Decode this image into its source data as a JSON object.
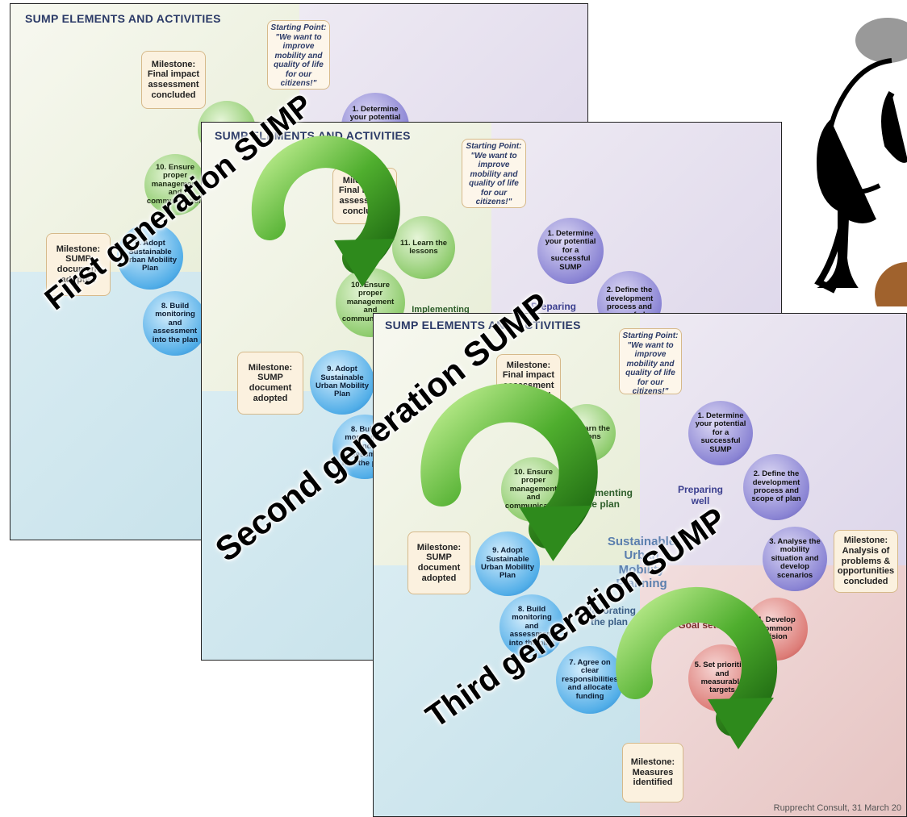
{
  "slide_title": "SUMP ELEMENTS AND ACTIVITIES",
  "starting_point": {
    "label": "Starting Point:",
    "text": "\"We want to improve mobility and quality of life for our citizens!\""
  },
  "milestones": {
    "final_impact": "Milestone: Final impact assessment concluded",
    "document_adopted": "Milestone: SUMP document adopted",
    "analysis": "Milestone: Analysis of problems & opportunities concluded",
    "measures": "Milestone: Measures identified"
  },
  "steps": {
    "s1": "1. Determine your potential for a successful SUMP",
    "s2": "2. Define the development process and scope of plan",
    "s3": "3. Analyse the mobility situation and develop scenarios",
    "s4": "4. Develop common vision",
    "s5": "5. Set priorities and measurable targets",
    "s7": "7. Agree on clear responsibilities and allocate funding",
    "s8": "8. Build monitoring and assessment into the plan",
    "s9": "9. Adopt Sustainable Urban Mobility Plan",
    "s10": "10. Ensure proper management and communication",
    "s11": "11. Learn the lessons"
  },
  "phases": {
    "preparing": "Preparing well",
    "implementing": "Implementing the plan",
    "elaborating": "Elaborating the plan",
    "goal_setting": "Goal setting",
    "center": "Sustainable Urban Mobility Planning"
  },
  "overlay_labels": {
    "first": "First generation SUMP",
    "second": "Second generation SUMP",
    "third": "Third generation SUMP"
  },
  "credit": "Rupprecht Consult, 31 March 20",
  "colors": {
    "arrow_green": "#3d9a2a",
    "title_blue": "#2b3a67",
    "milestone_bg": "#fbf1df"
  }
}
